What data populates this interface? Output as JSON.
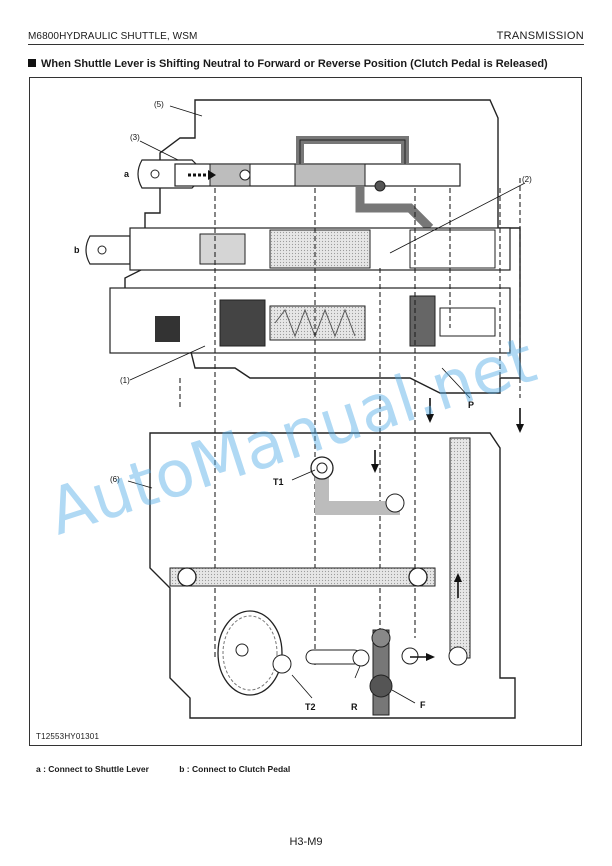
{
  "header": {
    "manual_title": "M6800HYDRAULIC SHUTTLE, WSM",
    "section": "TRANSMISSION"
  },
  "section_title": "When Shuttle Lever is Shifting Neutral to Forward or Reverse Position (Clutch Pedal is Released)",
  "figure": {
    "id": "T12553HY01301",
    "callouts": {
      "c1": "(1)",
      "c2": "(2)",
      "c3": "(3)",
      "c5": "(5)",
      "c6": "(6)",
      "a": "a",
      "b": "b",
      "P": "P",
      "T1": "T1",
      "T2": "T2",
      "R": "R",
      "F": "F"
    }
  },
  "legend": {
    "a": "a :  Connect to Shuttle Lever",
    "b": "b :  Connect to Clutch Pedal"
  },
  "watermark": "AutoManual.net",
  "page_number": "H3-M9"
}
